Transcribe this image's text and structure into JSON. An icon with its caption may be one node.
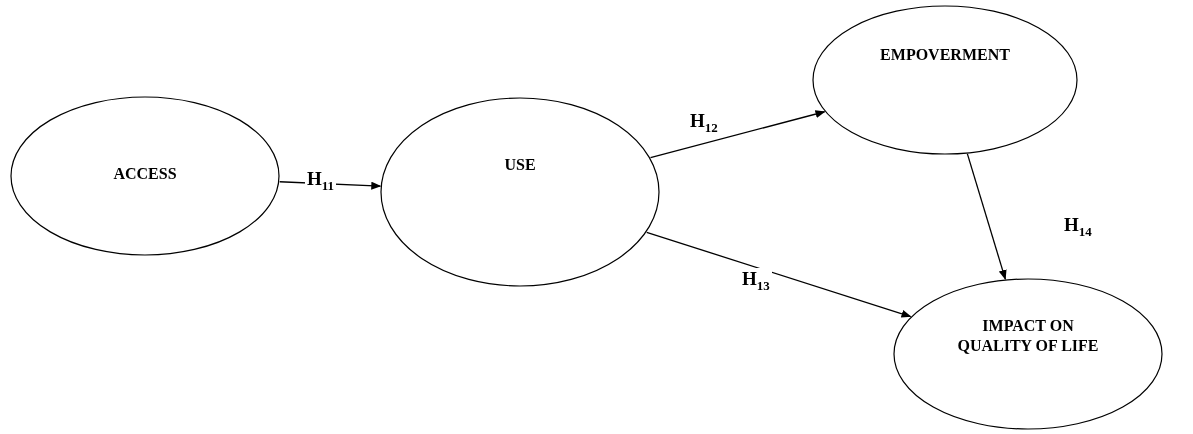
{
  "diagram": {
    "nodes": [
      {
        "text": [
          "ACCESS"
        ]
      },
      {
        "text": [
          "USE"
        ]
      },
      {
        "text": [
          "EMPOVERMENT"
        ]
      },
      {
        "text": [
          "IMPACT ON QUALITY OF LIFE"
        ]
      }
    ],
    "edges": [
      {
        "from": 0,
        "to": 1,
        "arrow": "to",
        "label": "H$_{11}$"
      },
      {
        "from": 1,
        "to": 2,
        "arrow": "to",
        "label": "H$_{12}$"
      },
      {
        "from": 1,
        "to": 3,
        "arrow": "to",
        "label": "H$_{13}$"
      },
      {
        "from": 2,
        "to": 3,
        "arrow": "to",
        "label": "H$_{14}$"
      }
    ]
  }
}
